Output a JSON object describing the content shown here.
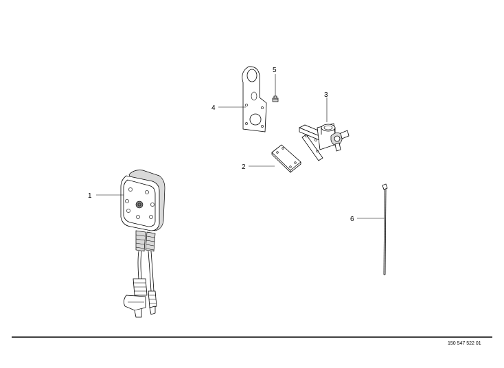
{
  "callouts": [
    {
      "id": "1",
      "label": "1"
    },
    {
      "id": "2",
      "label": "2"
    },
    {
      "id": "3",
      "label": "3"
    },
    {
      "id": "4",
      "label": "4"
    },
    {
      "id": "5",
      "label": "5"
    },
    {
      "id": "6",
      "label": "6"
    }
  ],
  "footer": {
    "doc_number": "150 547 522 01"
  }
}
